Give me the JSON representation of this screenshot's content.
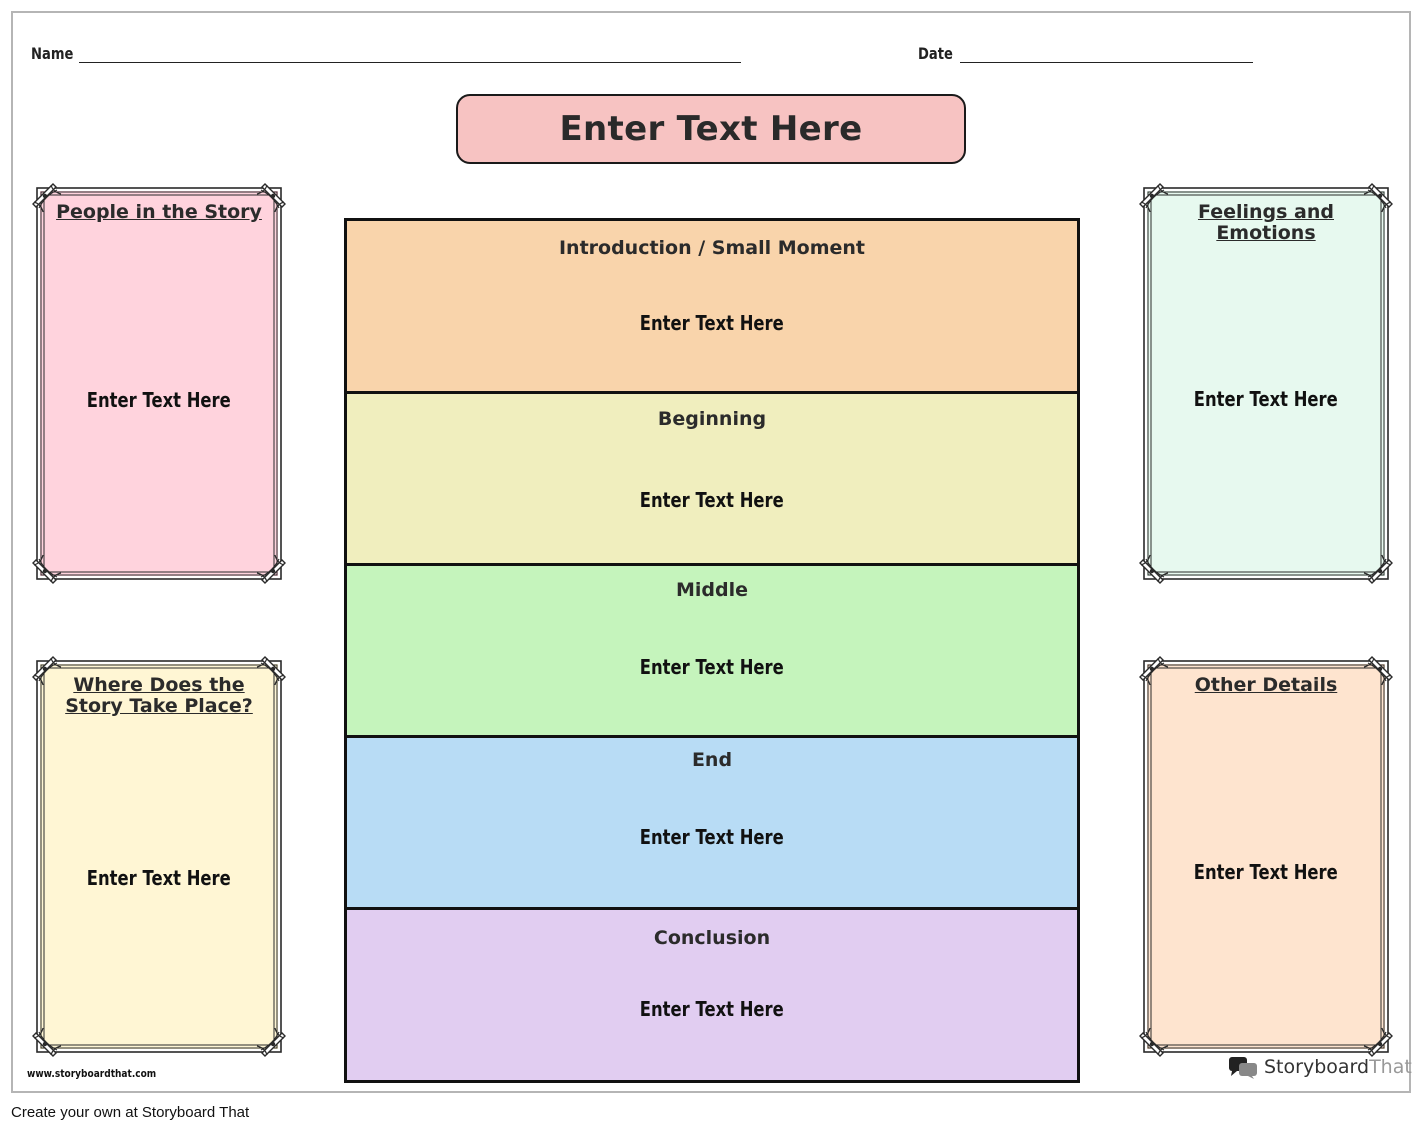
{
  "header": {
    "name_label": "Name",
    "date_label": "Date"
  },
  "title": "Enter Text Here",
  "side_panels": [
    {
      "heading": "People in the Story",
      "body": "Enter Text Here",
      "fill": "#ffd3dd"
    },
    {
      "heading": "Where Does the Story Take Place?",
      "body": "Enter Text Here",
      "fill": "#fff6d4"
    },
    {
      "heading": "Feelings and Emotions",
      "body": "Enter Text Here",
      "fill": "#e7f9ef"
    },
    {
      "heading": "Other Details",
      "body": "Enter Text Here",
      "fill": "#fee4cf"
    }
  ],
  "sections": [
    {
      "heading": "Introduction / Small Moment",
      "body": "Enter Text Here",
      "fill": "#f9d4ab"
    },
    {
      "heading": "Beginning",
      "body": "Enter Text Here",
      "fill": "#f0eebe"
    },
    {
      "heading": "Middle",
      "body": "Enter Text Here",
      "fill": "#c5f4bc"
    },
    {
      "heading": "End",
      "body": "Enter Text Here",
      "fill": "#b8dcf5"
    },
    {
      "heading": "Conclusion",
      "body": "Enter Text Here",
      "fill": "#e1cdf1"
    }
  ],
  "footer": {
    "url": "www.storyboardthat.com",
    "brand_main": "Storyboard",
    "brand_light": "That",
    "credit": "Create your own at Storyboard That"
  }
}
